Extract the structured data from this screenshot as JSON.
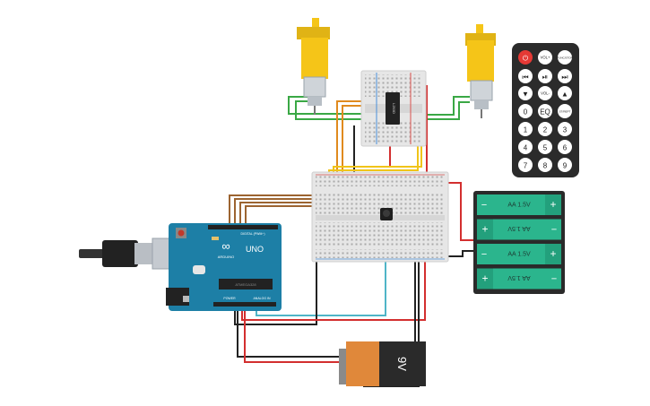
{
  "arduino": {
    "brand": "ARDUINO",
    "model": "UNO",
    "digital_label": "DIGITAL (PWM~)",
    "power_label": "POWER",
    "analog_label": "ANALOG IN",
    "chip_label": "ATMEGA328"
  },
  "motor_driver": {
    "chip_label": "L293D"
  },
  "battery_9v": {
    "label": "9V"
  },
  "aa_pack": {
    "cell_labels": [
      "AA 1.5V",
      "AA 1.5V",
      "AA 1.5V",
      "AA 1.5V"
    ]
  },
  "remote": {
    "buttons": [
      {
        "id": "power",
        "label": "⏻",
        "icon": "power-icon",
        "color": "#e53935"
      },
      {
        "id": "vol_up",
        "label": "VOL+"
      },
      {
        "id": "func_stop",
        "label": "FUNC/STOP"
      },
      {
        "id": "prev",
        "label": "⏮",
        "icon": "prev-icon"
      },
      {
        "id": "play",
        "label": "⏯",
        "icon": "play-pause-icon"
      },
      {
        "id": "next",
        "label": "⏭",
        "icon": "next-icon"
      },
      {
        "id": "down",
        "label": "▼",
        "icon": "down-icon"
      },
      {
        "id": "vol_down",
        "label": "VOL-"
      },
      {
        "id": "up",
        "label": "▲",
        "icon": "up-icon"
      },
      {
        "id": "zero",
        "label": "0"
      },
      {
        "id": "eq",
        "label": "EQ"
      },
      {
        "id": "st_rept",
        "label": "ST/REPT"
      },
      {
        "id": "one",
        "label": "1"
      },
      {
        "id": "two",
        "label": "2"
      },
      {
        "id": "three",
        "label": "3"
      },
      {
        "id": "four",
        "label": "4"
      },
      {
        "id": "five",
        "label": "5"
      },
      {
        "id": "six",
        "label": "6"
      },
      {
        "id": "seven",
        "label": "7"
      },
      {
        "id": "eight",
        "label": "8"
      },
      {
        "id": "nine",
        "label": "9"
      }
    ]
  },
  "colors": {
    "motor_yellow": "#f5c518",
    "arduino_blue": "#1d7fa6",
    "battery_orange": "#e0883a",
    "aa_green": "#2bb58d",
    "remote_body": "#2b2b2b",
    "wire_red": "#d32f2f",
    "wire_black": "#222222",
    "wire_green": "#3aa845",
    "wire_orange": "#e08a1e",
    "wire_yellow": "#f0c419",
    "wire_brown": "#9c6431",
    "wire_cyan": "#4fb5c7"
  }
}
